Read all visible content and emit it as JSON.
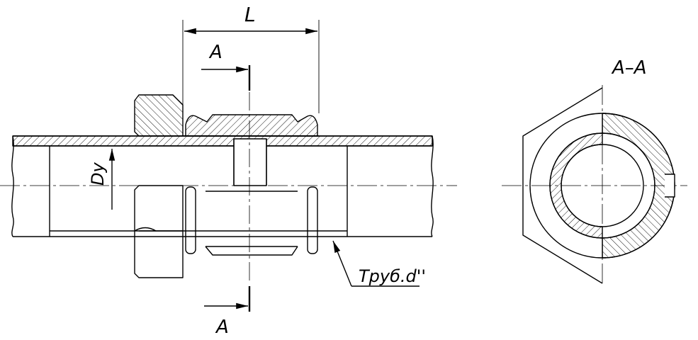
{
  "labels": {
    "length": "L",
    "section_top": "A",
    "section_bottom": "A",
    "section_view": "A–A",
    "nominal_bore": "Dy",
    "pipe_spec": "Труб.d''"
  }
}
